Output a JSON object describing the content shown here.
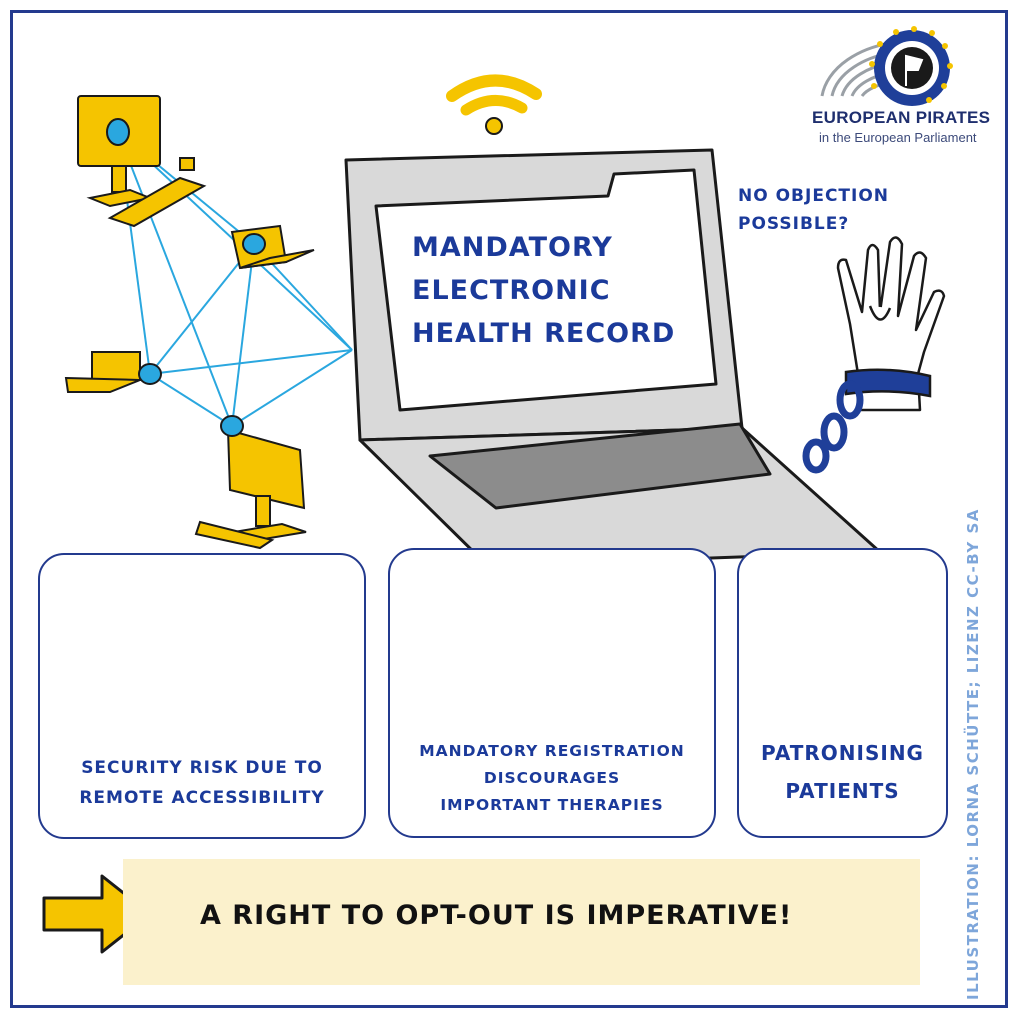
{
  "logo": {
    "title": "EUROPEAN PIRATES",
    "subtitle": "in the European Parliament",
    "icon": "pirate-flag-icon"
  },
  "laptop_screen": {
    "lines": [
      "MANDATORY",
      "ELECTRONIC",
      "HEALTH RECORD"
    ]
  },
  "objection": {
    "lines": [
      "NO OBJECTION",
      "POSSIBLE?"
    ]
  },
  "cards": [
    {
      "lines": [
        "SECURITY RISK DUE TO",
        "REMOTE ACCESSIBILITY"
      ]
    },
    {
      "lines": [
        "MANDATORY REGISTRATION",
        "DISCOURAGES",
        "IMPORTANT THERAPIES"
      ]
    },
    {
      "lines": [
        "PATRONISING",
        "PATIENTS"
      ]
    }
  ],
  "banner": {
    "text": "A RIGHT TO OPT-OUT IS IMPERATIVE!"
  },
  "credit": {
    "text": "ILLUSTRATION: LORNA SCHÜTTE; LIZENZ CC-BY SA"
  },
  "colors": {
    "navy": "#233a8e",
    "text_blue": "#1b3a9a",
    "yellow": "#f5c400",
    "cyan": "#2aa7df",
    "laptop_gray": "#d9d9d9",
    "banner_bg": "#fbf1cc",
    "credit_blue": "#7ea6da"
  }
}
